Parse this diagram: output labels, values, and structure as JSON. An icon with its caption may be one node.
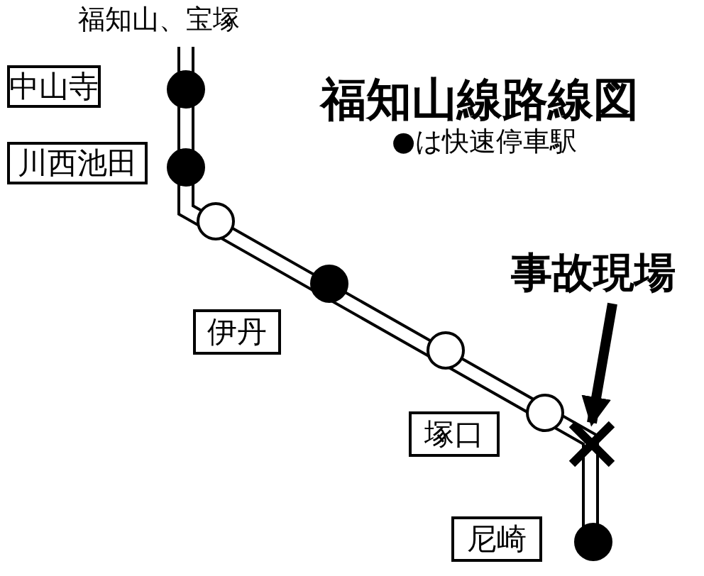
{
  "diagram": {
    "title": "福知山線路線図",
    "nodes": [
      {
        "text": [
          "中山寺"
        ]
      },
      {
        "text": [
          "川西池田"
        ]
      },
      {
        "text": [
          "伊丹"
        ]
      },
      {
        "text": [
          "塚口"
        ]
      },
      {
        "text": [
          "尼崎"
        ]
      },
      {
        "text": [
          "事故現場"
        ]
      },
      {
        "text": [],
        "shape": "cross"
      }
    ],
    "edges": [
      {
        "from": 5,
        "to": 6,
        "arrow": "to"
      }
    ],
    "labels": [
      "福知山、宝塚",
      "●は快速停車駅"
    ]
  }
}
